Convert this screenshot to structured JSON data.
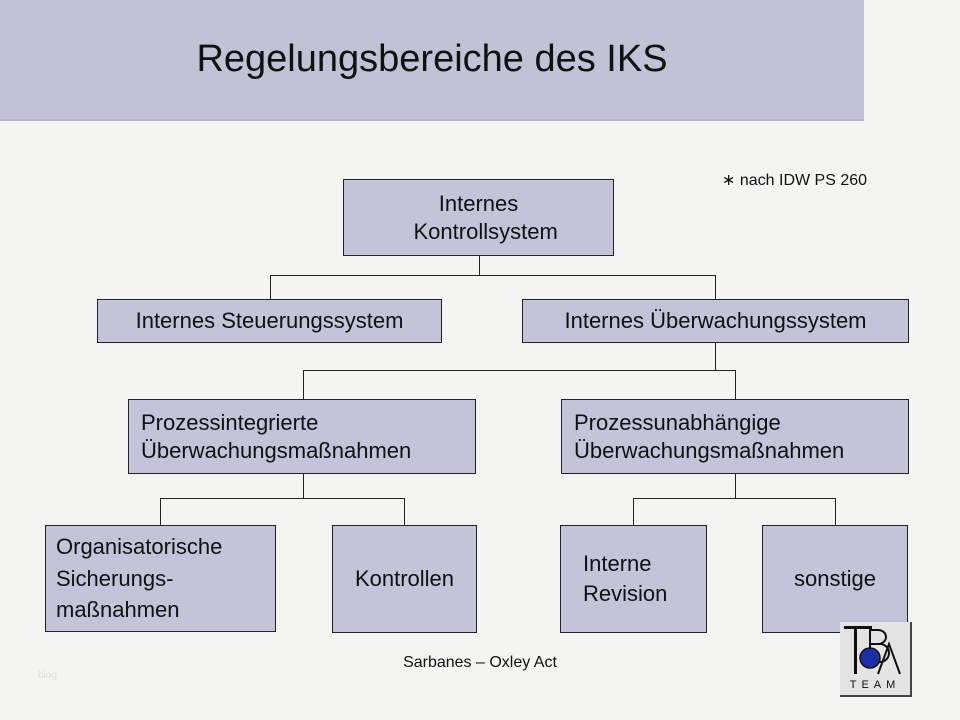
{
  "title": "Regelungsbereiche des IKS",
  "note": "∗ nach IDW PS 260",
  "nodes": {
    "root": "Internes Kontrollsystem",
    "steuerung": "Internes Steuerungssystem",
    "ueberwachung": "Internes Überwachungssystem",
    "integriert": "Prozessintegrierte Überwachungsmaßnahmen",
    "unabhaengig": "Prozessunabhängige Überwachungsmaßnahmen",
    "organisatorisch": "Organisatorische Sicherungs-maßnahmen",
    "kontrollen": "Kontrollen",
    "revision": "Interne Revision",
    "sonstige": "sonstige"
  },
  "footer": "Sarbanes – Oxley Act",
  "watermark": "blog",
  "logo": {
    "text": "TBA",
    "subtext": "TEAM"
  }
}
